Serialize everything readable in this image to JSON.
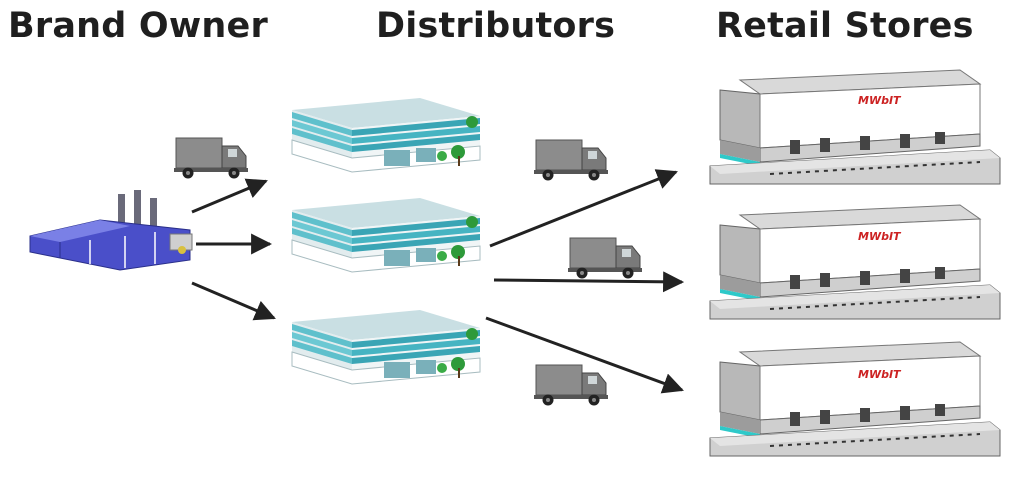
{
  "diagram": {
    "columns": {
      "brand_owner": "Brand Owner",
      "distributors": "Distributors",
      "retail_stores": "Retail Stores"
    },
    "store_sign_text": "MWbIT",
    "nodes": {
      "brand_owner": "factory-icon",
      "distributors": [
        "office-building-icon",
        "office-building-icon",
        "office-building-icon"
      ],
      "retail_stores": [
        "warehouse-store-icon",
        "warehouse-store-icon",
        "warehouse-store-icon"
      ],
      "vehicles": "delivery-truck-icon"
    },
    "colors": {
      "text": "#1f1f1f",
      "arrow": "#222222",
      "factory": "#4a4fc9",
      "building_glass": "#4fb8c4",
      "building_wall": "#e6eef0",
      "truck": "#8a8a8a",
      "store_sign": "#cc2222",
      "store_accent": "#2ec9c9"
    }
  }
}
